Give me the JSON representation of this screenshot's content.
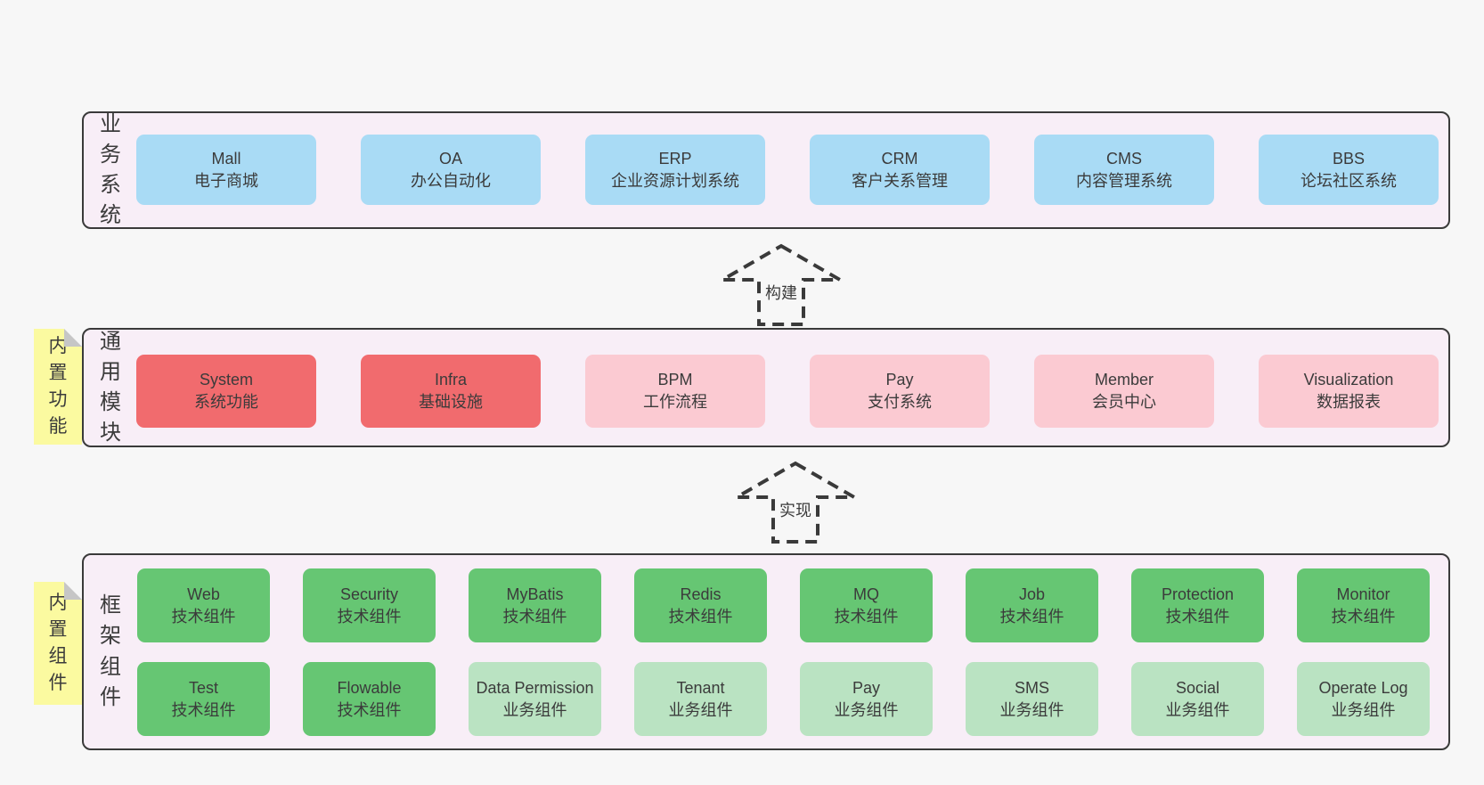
{
  "colors": {
    "page_background": "#f7f7f7",
    "container_background": "#f8eef7",
    "container_border": "#3a3a3a",
    "business_system_blue": "#a9dbf5",
    "core_module_red": "#f16b6e",
    "extension_module_pink": "#fbcad2",
    "technical_component_green": "#66c673",
    "business_component_light_green": "#bae3c2",
    "sticky_note_yellow": "#fbfaa0",
    "text": "#3b3b3b"
  },
  "arrows": [
    {
      "label": "构建"
    },
    {
      "label": "实现"
    }
  ],
  "sections": [
    {
      "label": "业务系统",
      "sticky": "",
      "rows": [
        [
          {
            "title": "Mall",
            "subtitle": "电子商城",
            "variant": "blue"
          },
          {
            "title": "OA",
            "subtitle": "办公自动化",
            "variant": "blue"
          },
          {
            "title": "ERP",
            "subtitle": "企业资源计划系统",
            "variant": "blue"
          },
          {
            "title": "CRM",
            "subtitle": "客户关系管理",
            "variant": "blue"
          },
          {
            "title": "CMS",
            "subtitle": "内容管理系统",
            "variant": "blue"
          },
          {
            "title": "BBS",
            "subtitle": "论坛社区系统",
            "variant": "blue"
          }
        ]
      ]
    },
    {
      "label": "通用模块",
      "sticky": "内置功能",
      "rows": [
        [
          {
            "title": "System",
            "subtitle": "系统功能",
            "variant": "red"
          },
          {
            "title": "Infra",
            "subtitle": "基础设施",
            "variant": "red"
          },
          {
            "title": "BPM",
            "subtitle": "工作流程",
            "variant": "pink"
          },
          {
            "title": "Pay",
            "subtitle": "支付系统",
            "variant": "pink"
          },
          {
            "title": "Member",
            "subtitle": "会员中心",
            "variant": "pink"
          },
          {
            "title": "Visualization",
            "subtitle": "数据报表",
            "variant": "pink"
          }
        ]
      ]
    },
    {
      "label": "框架组件",
      "sticky": "内置组件",
      "rows": [
        [
          {
            "title": "Web",
            "subtitle": "技术组件",
            "variant": "green"
          },
          {
            "title": "Security",
            "subtitle": "技术组件",
            "variant": "green"
          },
          {
            "title": "MyBatis",
            "subtitle": "技术组件",
            "variant": "green"
          },
          {
            "title": "Redis",
            "subtitle": "技术组件",
            "variant": "green"
          },
          {
            "title": "MQ",
            "subtitle": "技术组件",
            "variant": "green"
          },
          {
            "title": "Job",
            "subtitle": "技术组件",
            "variant": "green"
          },
          {
            "title": "Protection",
            "subtitle": "技术组件",
            "variant": "green"
          },
          {
            "title": "Monitor",
            "subtitle": "技术组件",
            "variant": "green"
          }
        ],
        [
          {
            "title": "Test",
            "subtitle": "技术组件",
            "variant": "green"
          },
          {
            "title": "Flowable",
            "subtitle": "技术组件",
            "variant": "green"
          },
          {
            "title": "Data Permission",
            "subtitle": "业务组件",
            "variant": "lgreen"
          },
          {
            "title": "Tenant",
            "subtitle": "业务组件",
            "variant": "lgreen"
          },
          {
            "title": "Pay",
            "subtitle": "业务组件",
            "variant": "lgreen"
          },
          {
            "title": "SMS",
            "subtitle": "业务组件",
            "variant": "lgreen"
          },
          {
            "title": "Social",
            "subtitle": "业务组件",
            "variant": "lgreen"
          },
          {
            "title": "Operate Log",
            "subtitle": "业务组件",
            "variant": "lgreen"
          }
        ]
      ]
    }
  ]
}
